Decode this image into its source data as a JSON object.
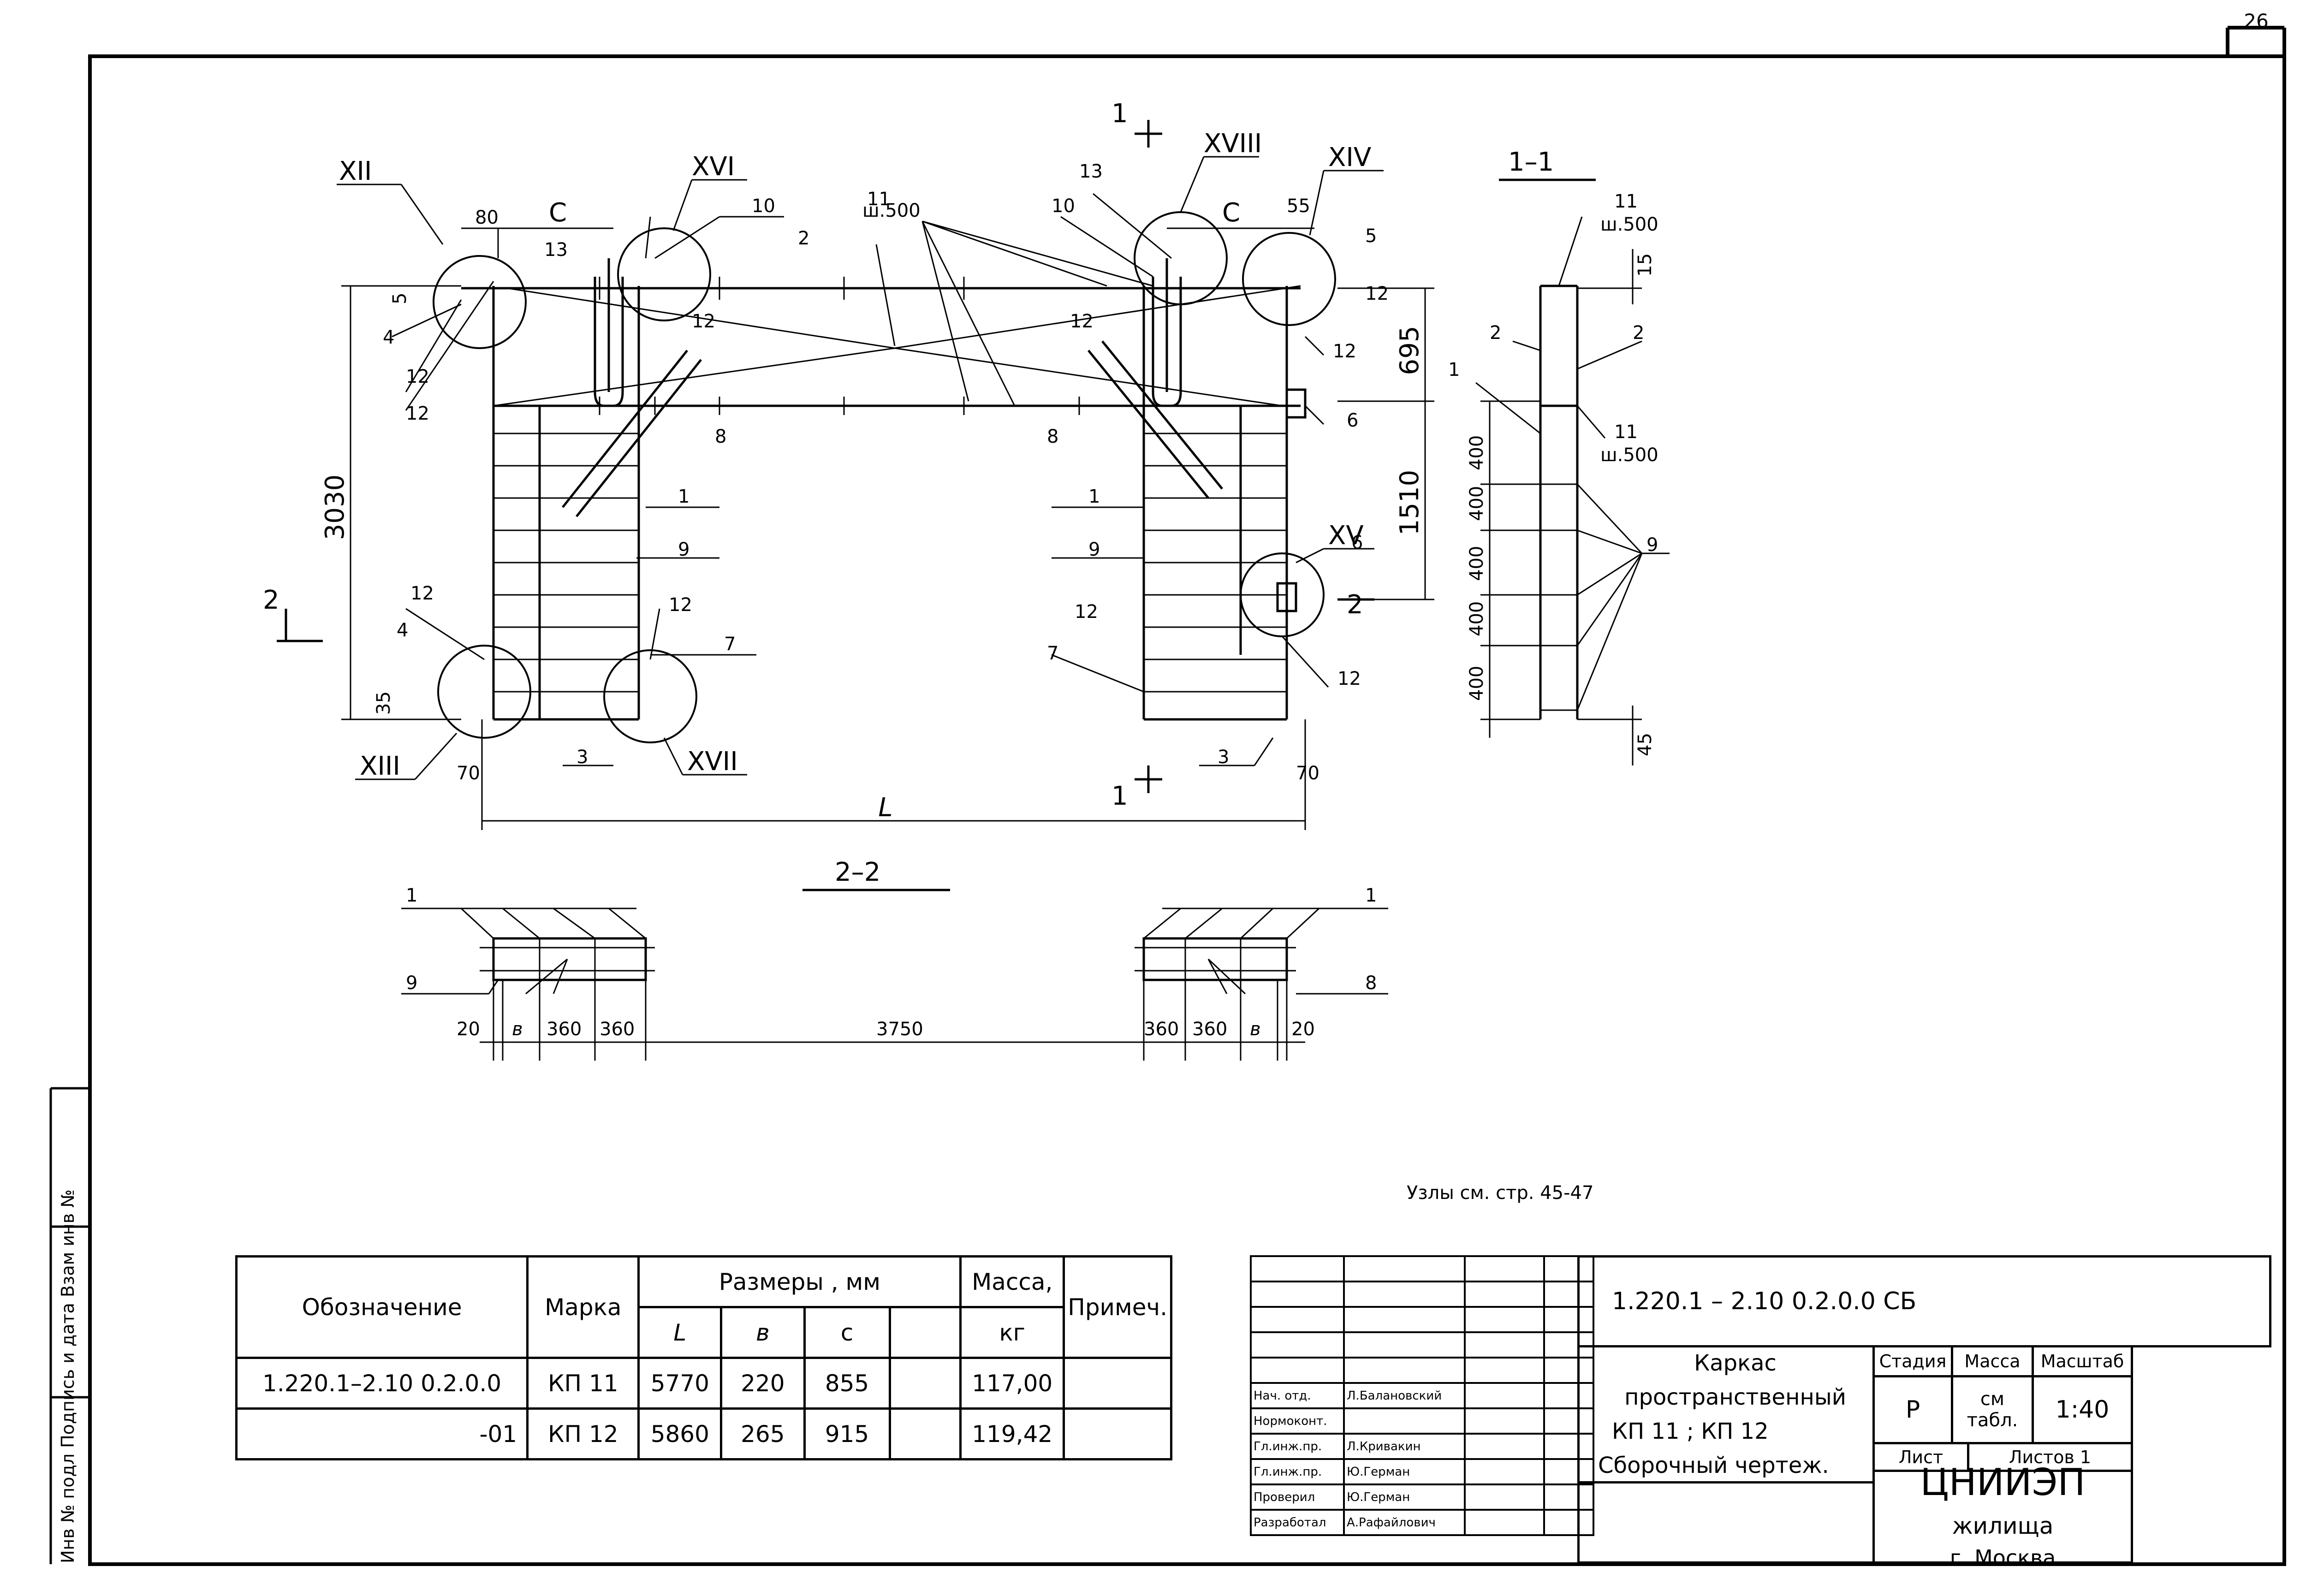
{
  "sheet_number": "26",
  "side_stamp": "Инв № подл Подпись и дата Взам инв №",
  "views": {
    "main": {
      "dim_L": "L",
      "dim_3030": "3030",
      "dim_695": "695",
      "dim_1510": "1510",
      "dim_80": "80",
      "dim_c_left": "C",
      "dim_c_right": "C",
      "dim_55": "55",
      "dim_5": "5",
      "dim_35": "35",
      "dim_70_left": "70",
      "dim_70_right": "70",
      "pitch_label": "ш.500",
      "section_mark_1": "1",
      "section_mark_2": "2"
    },
    "section_1_1": {
      "title": "1–1",
      "pitch_top": "ш.500",
      "pitch_mid": "ш.500",
      "spacings": [
        "400",
        "400",
        "400",
        "400",
        "400"
      ],
      "dim_15": "15",
      "dim_45": "45"
    },
    "section_2_2": {
      "title": "2–2",
      "left_dims": [
        "20",
        "в",
        "360",
        "360"
      ],
      "right_dims": [
        "360",
        "360",
        "в",
        "20"
      ],
      "span": "3750"
    }
  },
  "node_labels": [
    "XII",
    "XVI",
    "XVIII",
    "XIV",
    "XIII",
    "XVII",
    "XV"
  ],
  "position_labels": {
    "p1": "1",
    "p2": "2",
    "p3": "3",
    "p4": "4",
    "p5": "5",
    "p6": "6",
    "p7": "7",
    "p8": "8",
    "p9": "9",
    "p10": "10",
    "p11": "11",
    "p12": "12",
    "p13": "13"
  },
  "note": "Узлы см. стр. 45-47",
  "spec_table": {
    "headers": {
      "designation": "Обозначение",
      "mark": "Марка",
      "sizes": "Размеры ,     мм",
      "L": "L",
      "b": "в",
      "c": "с",
      "mass": "Масса,",
      "mass_unit": "кг",
      "note": "Примеч."
    },
    "rows": [
      {
        "designation": "1.220.1–2.10  0.2.0.0",
        "mark": "КП 11",
        "L": "5770",
        "b": "220",
        "c": "855",
        "mass": "117,00"
      },
      {
        "designation": "-01",
        "mark": "КП 12",
        "L": "5860",
        "b": "265",
        "c": "915",
        "mass": "119,42"
      }
    ]
  },
  "title_block": {
    "doc_code": "1.220.1 – 2.10    0.2.0.0    СБ",
    "title_line1": "Каркас пространственный",
    "title_line2": "КП 11   ;   КП 12",
    "title_line3": "Сборочный чертеж.",
    "stage_label": "Стадия",
    "mass_label": "Масса",
    "scale_label": "Масштаб",
    "stage_value": "Р",
    "mass_value": "см табл.",
    "scale_value": "1:40",
    "sheet_label": "Лист",
    "sheets_label": "Листов 1",
    "org_name": "ЦНИИЭП",
    "org_name2": "жилища",
    "org_city": "г. Москва",
    "signatures": [
      {
        "role": "Нач. отд.",
        "name": "Л.Балановский"
      },
      {
        "role": "Нормоконт.",
        "name": ""
      },
      {
        "role": "Гл.инж.пр.",
        "name": "Л.Кривакин"
      },
      {
        "role": "Гл.инж.пр.",
        "name": "Ю.Герман"
      },
      {
        "role": "Проверил",
        "name": "Ю.Герман"
      },
      {
        "role": "Разработал",
        "name": "А.Рафайлович"
      }
    ]
  }
}
